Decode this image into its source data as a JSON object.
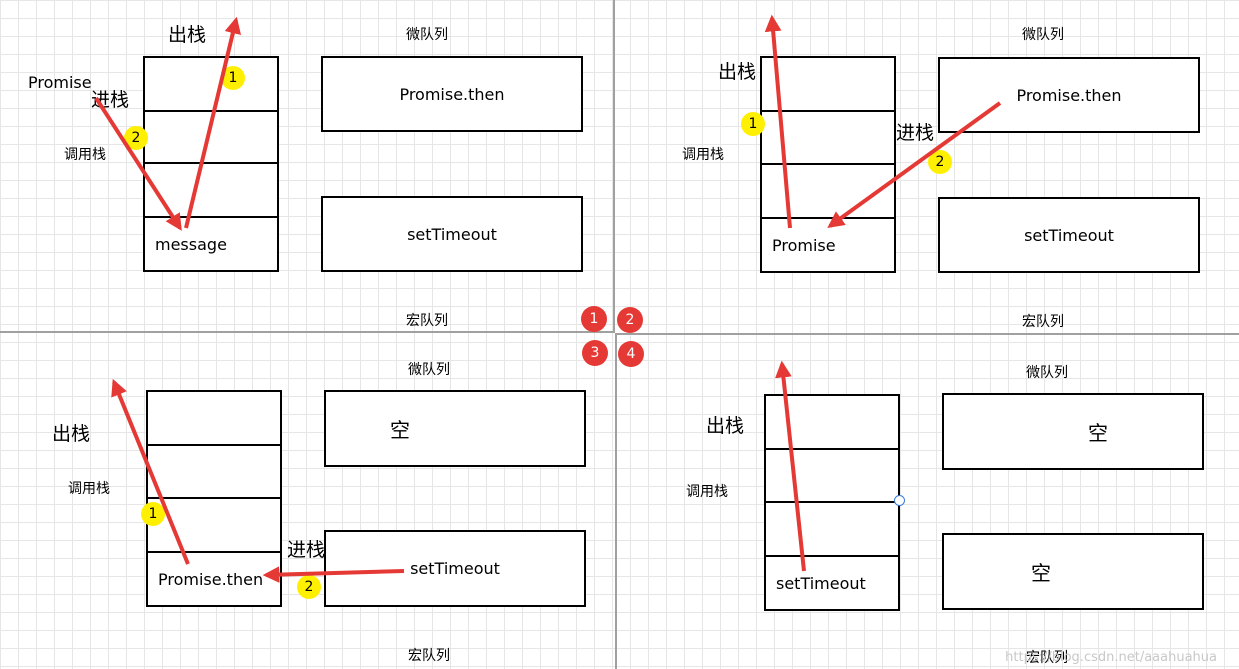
{
  "badges": [
    "1",
    "2",
    "3",
    "4"
  ],
  "panels": [
    {
      "top_label": "出栈",
      "bottom_label": "进栈",
      "extra_label": "Promise",
      "stack_label": "调用栈",
      "stack_item": "message",
      "micro_label": "微队列",
      "macro_label": "宏队列",
      "micro_box": "Promise.then",
      "macro_box": "setTimeout",
      "steps": [
        "1",
        "2"
      ]
    },
    {
      "top_label": "出栈",
      "bottom_label": "进栈",
      "stack_label": "调用栈",
      "stack_item": "Promise",
      "micro_label": "微队列",
      "macro_label": "宏队列",
      "micro_box": "Promise.then",
      "macro_box": "setTimeout",
      "steps": [
        "1",
        "2"
      ]
    },
    {
      "top_label": "出栈",
      "bottom_label": "进栈",
      "stack_label": "调用栈",
      "stack_item": "Promise.then",
      "micro_label": "微队列",
      "macro_label": "宏队列",
      "micro_box": "空",
      "macro_box": "setTimeout",
      "steps": [
        "1",
        "2"
      ]
    },
    {
      "top_label": "出栈",
      "stack_label": "调用栈",
      "stack_item": "setTimeout",
      "micro_label": "微队列",
      "macro_label": "宏队列",
      "micro_box": "空",
      "macro_box": "空"
    }
  ],
  "watermark": "https://blog.csdn.net/aaahuahua",
  "colors": {
    "arrow": "#e53935",
    "step_badge": "#ffef00",
    "panel_badge": "#e53935",
    "grid": "#e6e6e6"
  }
}
